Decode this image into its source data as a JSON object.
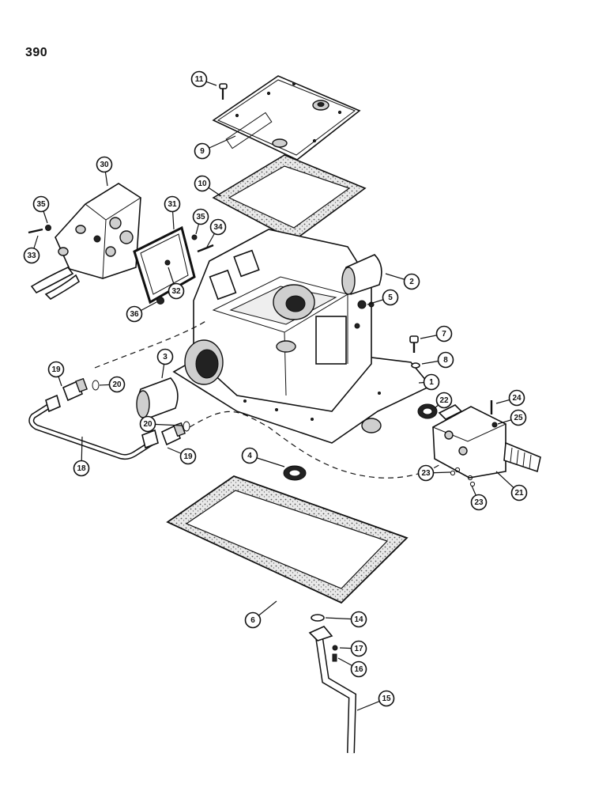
{
  "page_number": "390",
  "callouts": [
    {
      "label": "1"
    },
    {
      "label": "2"
    },
    {
      "label": "3"
    },
    {
      "label": "4"
    },
    {
      "label": "5"
    },
    {
      "label": "6"
    },
    {
      "label": "7"
    },
    {
      "label": "8"
    },
    {
      "label": "9"
    },
    {
      "label": "10"
    },
    {
      "label": "11"
    },
    {
      "label": "14"
    },
    {
      "label": "15"
    },
    {
      "label": "16"
    },
    {
      "label": "17"
    },
    {
      "label": "18"
    },
    {
      "label": "19"
    },
    {
      "label": "19"
    },
    {
      "label": "20"
    },
    {
      "label": "20"
    },
    {
      "label": "21"
    },
    {
      "label": "22"
    },
    {
      "label": "23"
    },
    {
      "label": "23"
    },
    {
      "label": "24"
    },
    {
      "label": "25"
    },
    {
      "label": "30"
    },
    {
      "label": "31"
    },
    {
      "label": "32"
    },
    {
      "label": "33"
    },
    {
      "label": "34"
    },
    {
      "label": "35"
    },
    {
      "label": "35"
    },
    {
      "label": "36"
    }
  ]
}
